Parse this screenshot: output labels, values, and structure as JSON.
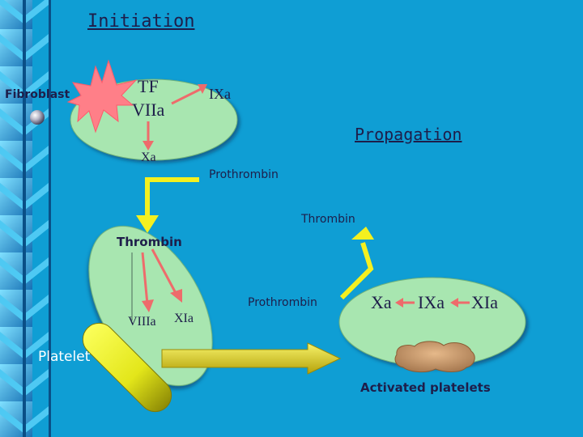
{
  "slide": {
    "title": "Initiation",
    "fibroblast_label": "Fibroblast",
    "tf_label": "TF",
    "viia_label": "VIIa",
    "ixa_top_label": "IXa",
    "xa_top_label": "Xa",
    "propagation_label": "Propagation",
    "prothrombin_top_label": "Prothrombin",
    "thrombin_right_label": "Thrombin",
    "thrombin_left_label": "Thrombin",
    "viiia_label": "VIIIa",
    "xia_left_label": "XIa",
    "prothrombin_mid_label": "Prothrombin",
    "xa_right_label": "Xa",
    "ixa_right_label": "IXa",
    "xia_right_label": "XIa",
    "platelet_label": "Platelet",
    "activated_platelets_label": "Activated platelets"
  },
  "colors": {
    "background": "#0f9ed4",
    "stripe_light": "#4ec9f3",
    "stripe_dark": "#0a4f86",
    "ellipse_fill": "#a8e6b0",
    "starburst": "#ff7f88",
    "arrow_red": "#ee6b6b",
    "arrow_yellow": "#f4f01f",
    "platelet_fill": "#eaf21a",
    "activated_fill": "#c99a6a",
    "text_dark": "#1e1e4a",
    "text_white": "#ffffff",
    "text_yellow": "#ffff33"
  },
  "icons": [
    "starburst-icon",
    "sphere-bullet-icon"
  ]
}
